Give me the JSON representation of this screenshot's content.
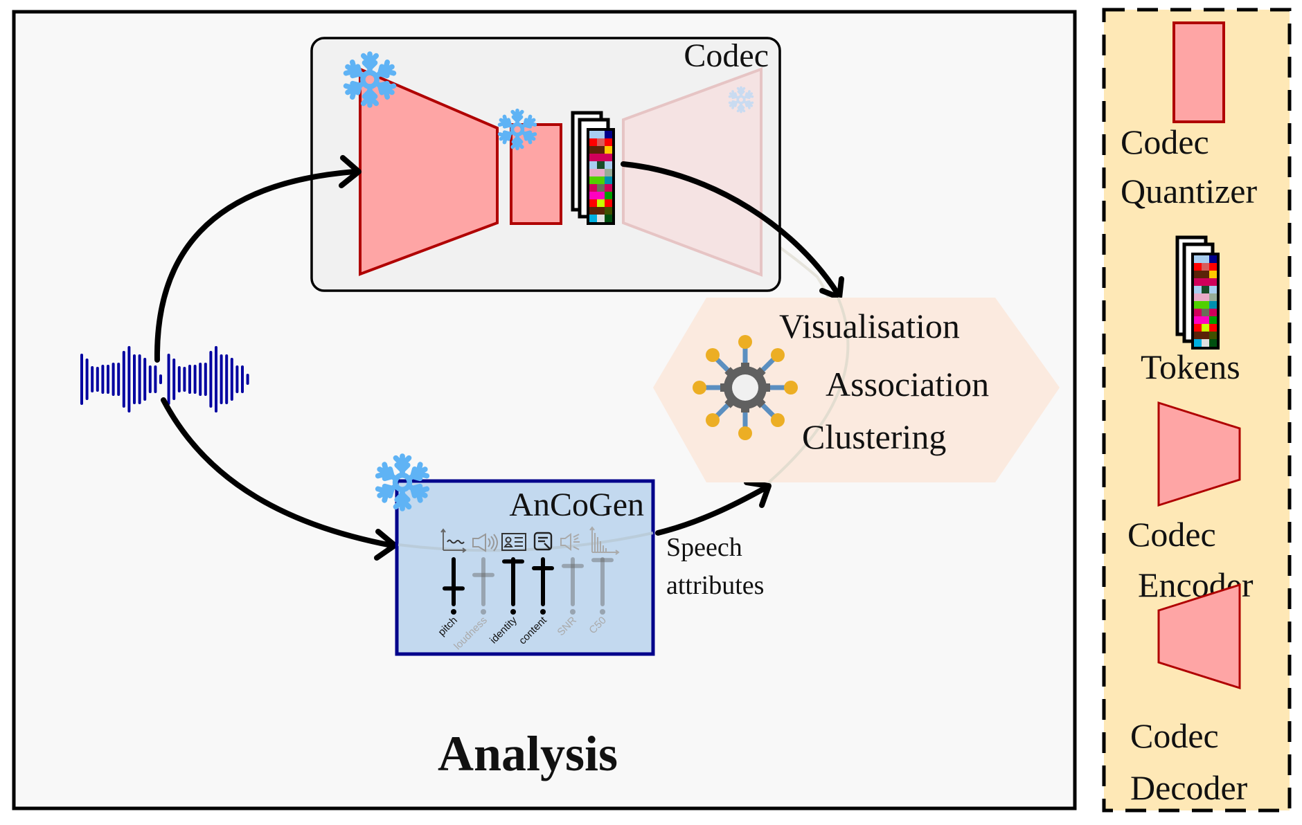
{
  "colors": {
    "panel_bg": "#f8f8f8",
    "codec_bg": "#f1f1f1",
    "module_fill": "#fea5a5",
    "module_stroke": "#b00000",
    "decoder_faded_fill": "#f5e3e3",
    "decoder_faded_stroke": "#e6c4c4",
    "snowflake": "#5fb3f5",
    "ancogen_fill": "#c3d9ef",
    "ancogen_stroke": "#00008b",
    "waveform": "#0000a0",
    "hexagon_fill": "#fbeadf",
    "legend_fill": "#fee8b6",
    "gear": "#606060",
    "node": "#ecae24",
    "spoke": "#5b8fc0"
  },
  "main_panel": {
    "title": "Analysis",
    "codec_box": {
      "label": "Codec"
    },
    "ancogen_box": {
      "label": "AnCoGen",
      "attributes": [
        {
          "name": "pitch",
          "active": true,
          "level": 0.35
        },
        {
          "name": "loudness",
          "active": false,
          "level": 0.65
        },
        {
          "name": "identity",
          "active": true,
          "level": 0.95
        },
        {
          "name": "content",
          "active": true,
          "level": 0.8
        },
        {
          "name": "SNR",
          "active": false,
          "level": 0.85
        },
        {
          "name": "C50",
          "active": false,
          "level": 0.98
        }
      ]
    },
    "speech_attributes_label": [
      "Speech",
      "attributes"
    ],
    "analysis_box": {
      "lines": [
        "Visualisation",
        "Association",
        "Clustering"
      ]
    }
  },
  "legend": {
    "items": [
      {
        "icon": "codec-quantizer-icon",
        "lines": [
          "Codec",
          "Quantizer"
        ]
      },
      {
        "icon": "tokens-icon",
        "lines": [
          "Tokens"
        ]
      },
      {
        "icon": "codec-encoder-icon",
        "lines": [
          "Codec",
          "Encoder"
        ]
      },
      {
        "icon": "codec-decoder-icon",
        "lines": [
          "Codec",
          "Decoder"
        ]
      }
    ]
  },
  "tokens_grid": [
    [
      "#a8cdf0",
      "#a8cdf0",
      "#00008b"
    ],
    [
      "#ff0000",
      "#d85c5c",
      "#ff0000"
    ],
    [
      "#5a2308",
      "#5a2308",
      "#ffc800"
    ],
    [
      "#d0005a",
      "#d0005a",
      "#d0005a"
    ],
    [
      "#a8cdf0",
      "#184c28",
      "#a8cdf0"
    ],
    [
      "#e8aac8",
      "#e8aac8",
      "#98ac98"
    ],
    [
      "#50d000",
      "#50d000",
      "#0090b0"
    ],
    [
      "#d0005a",
      "#687058",
      "#d0005a"
    ],
    [
      "#ff00c0",
      "#ff00c0",
      "#00a000"
    ],
    [
      "#ff0000",
      "#c8ff00",
      "#ff0000"
    ],
    [
      "#5a2308",
      "#5a2308",
      "#405000"
    ],
    [
      "#00b0e0",
      "#e0e0e0",
      "#005010"
    ]
  ],
  "waveform_heights": [
    0.7,
    0.56,
    0.34,
    0.32,
    0.38,
    0.38,
    0.44,
    0.44,
    0.78,
    0.92,
    0.68,
    0.68,
    0.58,
    0.36,
    0.36,
    0.1,
    0.7,
    0.56,
    0.34,
    0.32,
    0.38,
    0.38,
    0.44,
    0.44,
    0.78,
    0.92,
    0.68,
    0.68,
    0.58,
    0.36,
    0.36,
    0.12
  ]
}
